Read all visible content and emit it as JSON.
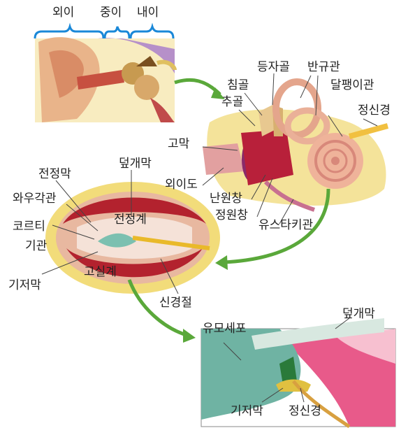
{
  "colors": {
    "brace": "#1a88d8",
    "arrow": "#5aa83a",
    "lemon": "#f3e27a",
    "flesh": "#e7a08f",
    "red": "#b8203a",
    "teal": "#7cc0b0",
    "pink": "#e85a8a"
  },
  "regions": {
    "outer": "외이",
    "middle": "중이",
    "inner": "내이"
  },
  "labels": {
    "ossicle_stapes": "등자골",
    "semicircular": "반규관",
    "incus": "침골",
    "snail": "달팽이관",
    "malleus": "추골",
    "nerve_top": "정신경",
    "eardrum": "고막",
    "ear_canal": "외이도",
    "round_window": "난원창",
    "oval_window": "정원창",
    "eustachian": "유스타키관",
    "tectorial_top": "덮개막",
    "vestibular_membrane": "전정막",
    "cochlear_duct": "와우각관",
    "corti_1": "코르티",
    "corti_2": "기관",
    "scala_vestibuli": "전정계",
    "scala_tympani": "고실계",
    "basilar_left": "기저막",
    "ganglion": "신경절",
    "tectorial_bottom": "덮개막",
    "hair_cell": "유모세포",
    "basilar_bottom": "기저막",
    "nerve_bottom": "정신경"
  }
}
